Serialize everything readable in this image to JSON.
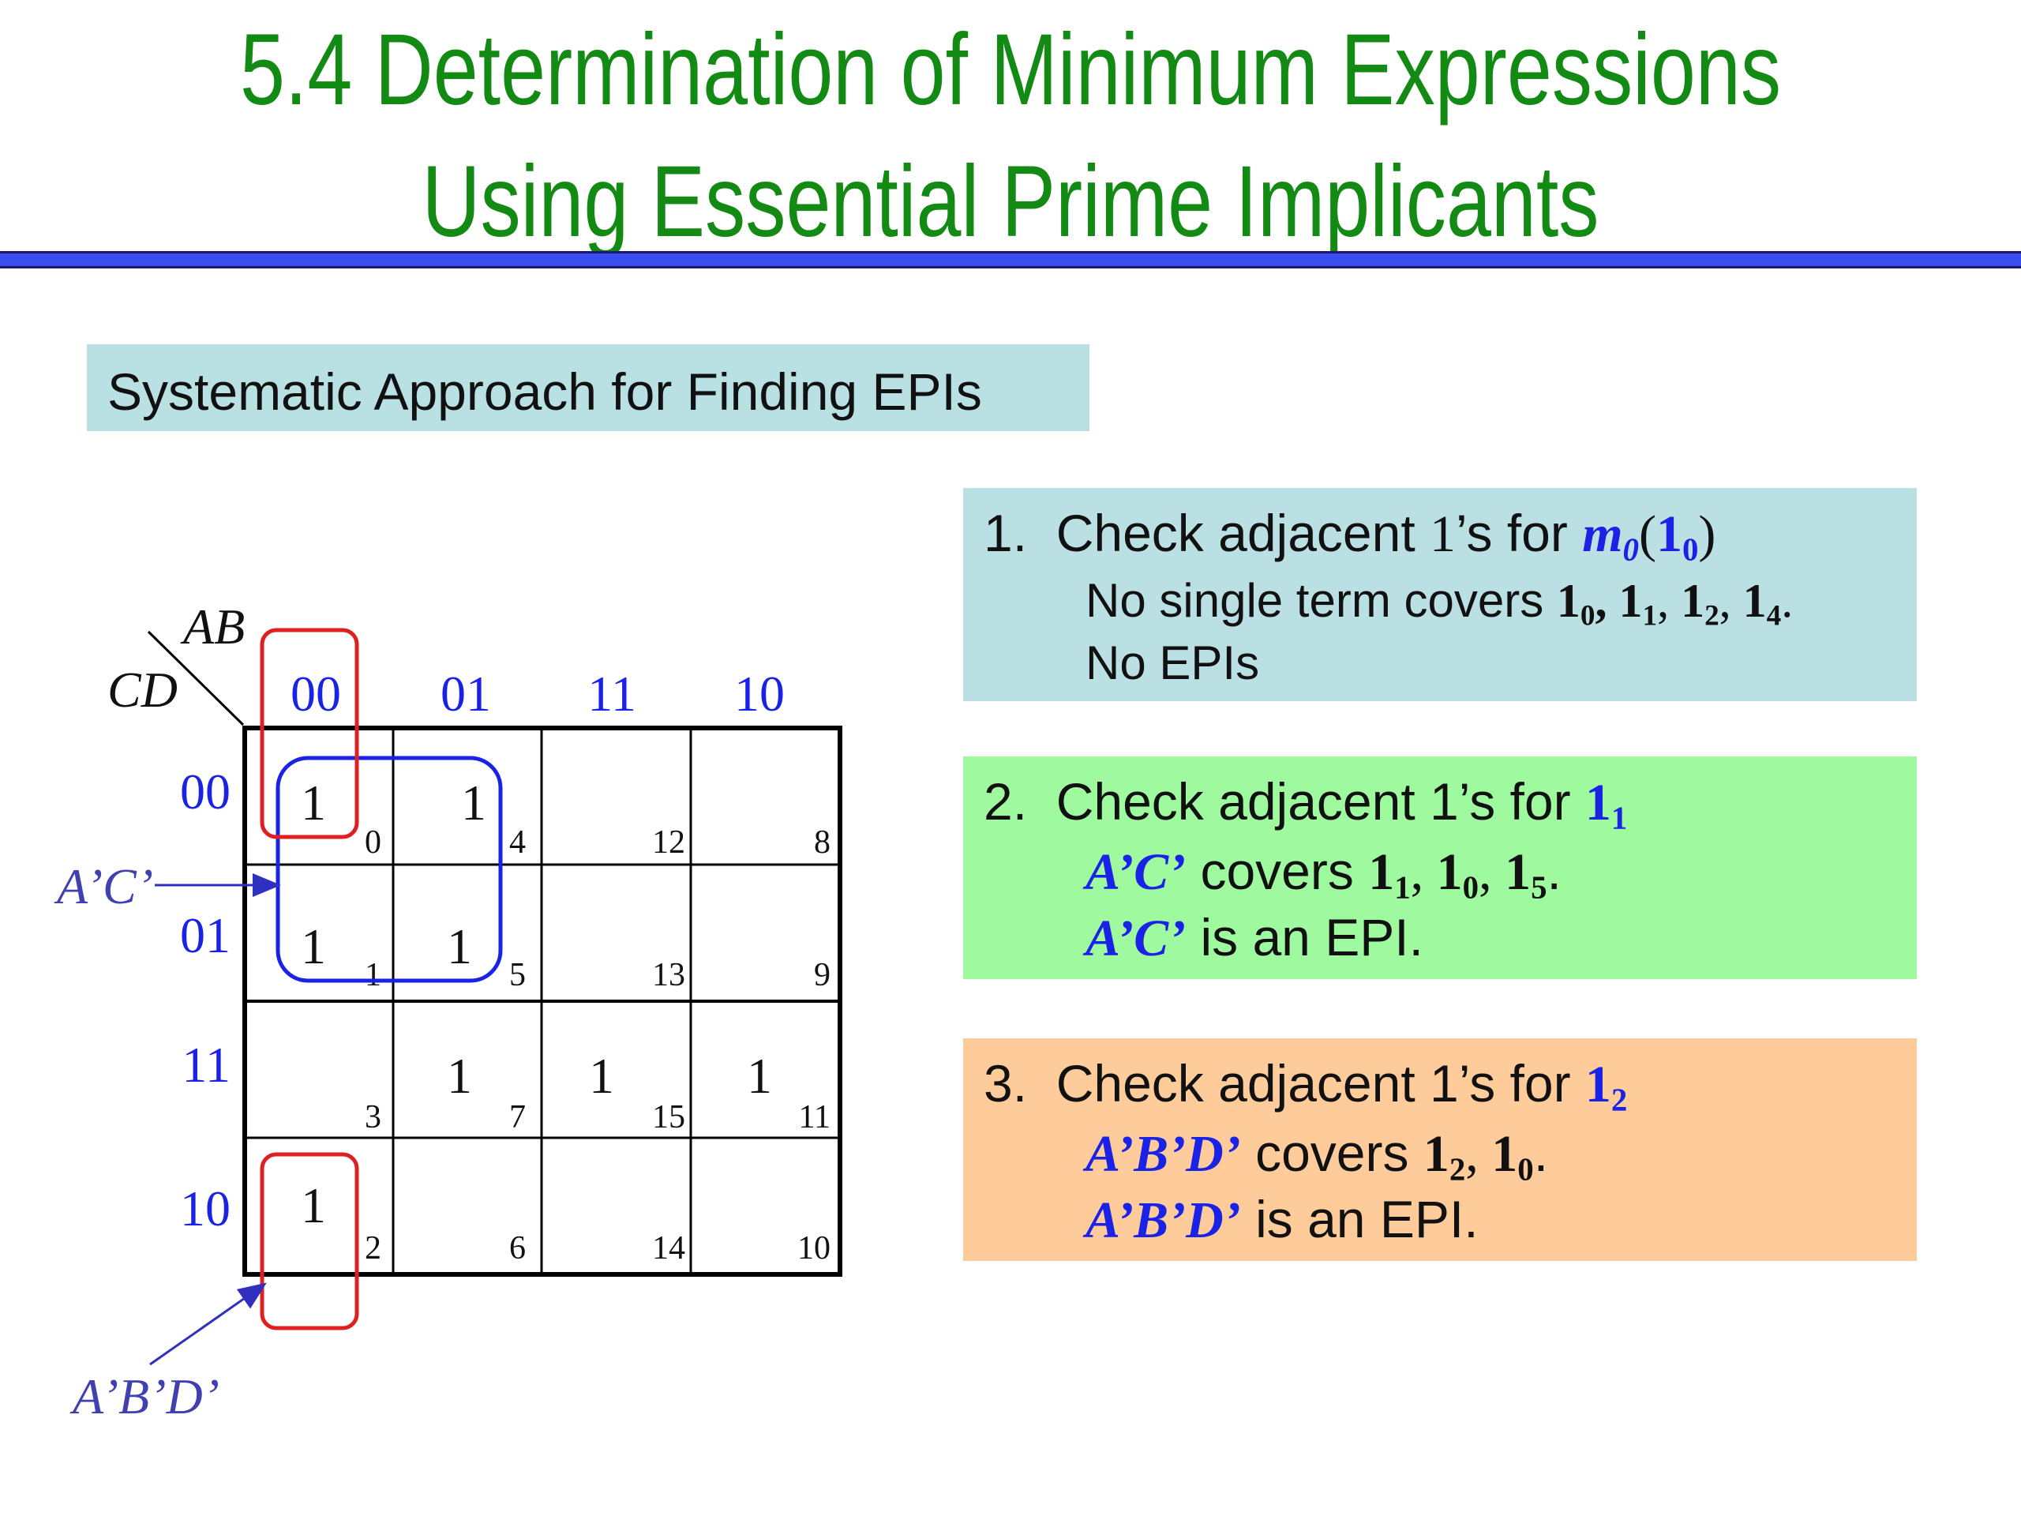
{
  "title": {
    "line1": "5.4   Determination of Minimum Expressions",
    "line2": "Using Essential Prime Implicants"
  },
  "subtitle": "Systematic Approach for Finding EPIs",
  "kmap": {
    "ab_label": "AB",
    "cd_label": "CD",
    "col_headers": [
      "00",
      "01",
      "11",
      "10"
    ],
    "row_headers": [
      "00",
      "01",
      "11",
      "10"
    ],
    "cells": [
      [
        {
          "v": "1",
          "m": "0"
        },
        {
          "v": "1",
          "m": "4"
        },
        {
          "v": "",
          "m": "12"
        },
        {
          "v": "",
          "m": "8"
        }
      ],
      [
        {
          "v": "1",
          "m": "1"
        },
        {
          "v": "1",
          "m": "5"
        },
        {
          "v": "",
          "m": "13"
        },
        {
          "v": "",
          "m": "9"
        }
      ],
      [
        {
          "v": "",
          "m": "3"
        },
        {
          "v": "1",
          "m": "7"
        },
        {
          "v": "1",
          "m": "15"
        },
        {
          "v": "1",
          "m": "11"
        }
      ],
      [
        {
          "v": "1",
          "m": "2"
        },
        {
          "v": "",
          "m": "6"
        },
        {
          "v": "",
          "m": "14"
        },
        {
          "v": "",
          "m": "10"
        }
      ]
    ],
    "label_ac": "A’C’",
    "label_abd": "A’B’D’",
    "colors": {
      "blue_group": "#1a22e6",
      "red_group": "#e02020",
      "header": "#1a22e6",
      "label": "#4040b0"
    }
  },
  "steps": {
    "s1": {
      "num": "1.",
      "head_text": "Check adjacent ",
      "head_one": "1",
      "head_mid": "’s for ",
      "m": "m",
      "m_sub": "0",
      "paren_open": "(",
      "one": "1",
      "one_sub": "0",
      "paren_close": ")",
      "l2_text": "No single term covers ",
      "t1": "1",
      "t1s": "0",
      "sep1": ", ",
      "t2": "1",
      "t2s": "1",
      "sep2": ", ",
      "t3": "1",
      "t3s": "2",
      "sep3": ", ",
      "t4": "1",
      "t4s": "4",
      "end": ".",
      "l3": "No EPIs"
    },
    "s2": {
      "num": "2.",
      "head_text": "Check adjacent 1’s for ",
      "one": "1",
      "one_sub": "1",
      "term": "A’C’",
      "covers": " covers ",
      "t1": "1",
      "t1s": "1",
      "sep1": ", ",
      "t2": "1",
      "t2s": "0",
      "sep2": ", ",
      "t3": "1",
      "t3s": "5",
      "end": ".",
      "is_epi": " is an EPI."
    },
    "s3": {
      "num": "3.",
      "head_text": "Check adjacent 1’s for ",
      "one": "1",
      "one_sub": "2",
      "term": "A’B’D’",
      "covers": " covers ",
      "t1": "1",
      "t1s": "2",
      "sep1": ", ",
      "t2": "1",
      "t2s": "0",
      "end": ".",
      "is_epi": " is an EPI."
    }
  }
}
